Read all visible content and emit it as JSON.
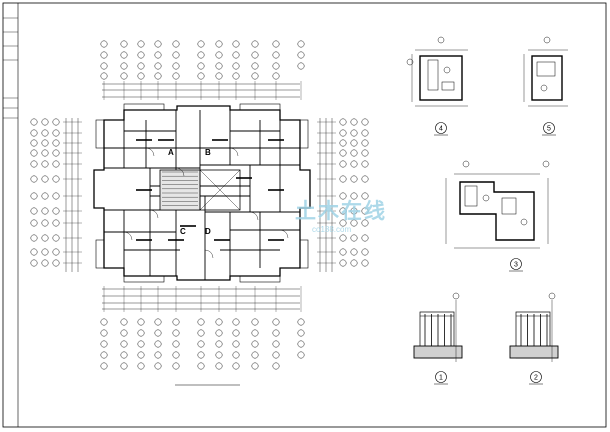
{
  "sheet": {
    "background": "#ffffff",
    "line_color": "#000000",
    "fill_gray": "#c8c8c8"
  },
  "plan": {
    "unit_labels": [
      "A",
      "B",
      "C",
      "D"
    ]
  },
  "details": {
    "labels": [
      "4",
      "5",
      "3",
      "1",
      "2"
    ]
  },
  "watermark": {
    "text": "土木在线",
    "url": "co188.com",
    "color": "#9fd3e6"
  }
}
